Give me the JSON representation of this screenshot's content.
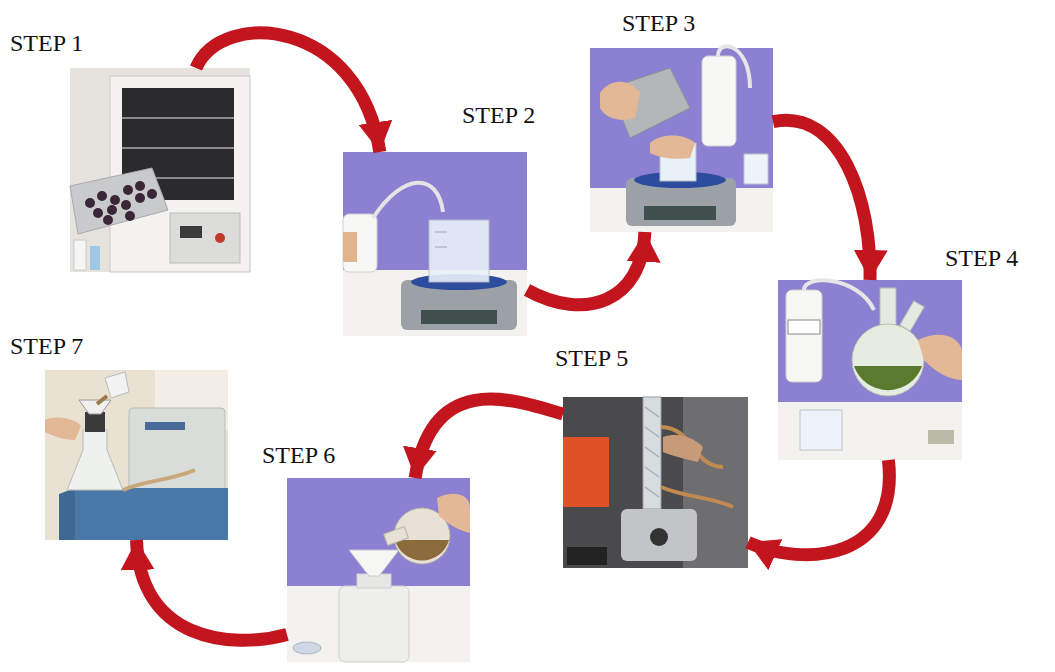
{
  "diagram": {
    "nodes": [
      {
        "text": [
          "STEP 1"
        ]
      },
      {
        "text": [
          "STEP 2"
        ]
      },
      {
        "text": [
          "STEP 3"
        ]
      },
      {
        "text": [
          "STEP 4"
        ]
      },
      {
        "text": [
          "STEP 5"
        ]
      },
      {
        "text": [
          "STEP 6"
        ]
      },
      {
        "text": [
          "STEP 7"
        ]
      }
    ],
    "edges": [
      {
        "from": 0,
        "to": 1,
        "arrow": "to"
      },
      {
        "from": 1,
        "to": 2,
        "arrow": "to"
      },
      {
        "from": 2,
        "to": 3,
        "arrow": "to"
      },
      {
        "from": 3,
        "to": 4,
        "arrow": "to"
      },
      {
        "from": 4,
        "to": 5,
        "arrow": "to"
      },
      {
        "from": 5,
        "to": 6,
        "arrow": "to"
      }
    ]
  }
}
